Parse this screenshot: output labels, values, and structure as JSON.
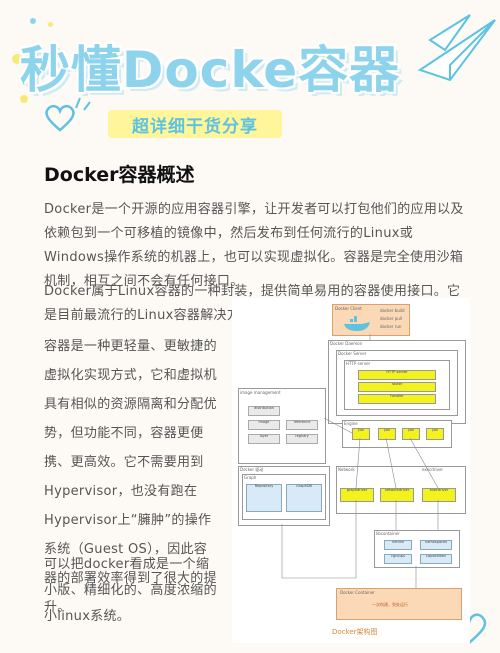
{
  "header": {
    "title": "秒懂Docke容器",
    "subtitle": "超详细干货分享"
  },
  "section": {
    "heading": "Docker容器概述"
  },
  "paragraphs": {
    "p1": "Docker是一个开源的应用容器引擎，让开发者可以打包他们的应用以及依赖包到一个可移植的镜像中，然后发布到任何流行的Linux或Windows操作系统的机器上，也可以实现虚拟化。容器是完全使用沙箱机制，相互之间不会有任何接口。",
    "p2": "Docker属于Linux容器的一种封装，提供简单易用的容器使用接口。它是目前最流行的Linux容器解决方案。",
    "p3": "容器是一种更轻量、更敏捷的虚拟化实现方式，它和虚拟机具有相似的资源隔离和分配优势，但功能不同，容器更便携、更高效。它不需要用到Hypervisor，也没有跑在Hypervisor上“臃肿”的操作系统（Guest OS），因此容器的部署效率得到了很大的提升。",
    "p4": "可以把docker看成是一个缩小版、精细化的、高度浓缩的小linux系统。"
  },
  "diagram": {
    "caption": "Docker架构图",
    "client_label": "Docker Client",
    "client_cmds": [
      "docker build",
      "docker pull",
      "docker run"
    ],
    "daemon_label": "Docker Daemon",
    "server_label": "Docker Server",
    "router_label": "HTTP server",
    "router_items": [
      "HTTP server",
      "router",
      "handler"
    ],
    "engine_label": "Engine",
    "jobs": [
      "Job",
      "Job",
      "Job",
      "Job"
    ],
    "image_mgmt_label": "image management",
    "image_items": [
      "distribution",
      "reference",
      "image",
      "layer",
      "registry"
    ],
    "driver_label": "Docker 驱动",
    "graph_label": "Graph",
    "graph_items": [
      "Repository",
      "GraphDB"
    ],
    "network_label": "Network",
    "exec_label": "execdriver",
    "drivers": [
      "graphdriver",
      "networkdriver",
      "execdriver"
    ],
    "libcontainer_label": "libcontainer",
    "lib_items": [
      "netlink",
      "namespaces",
      "cgroups",
      "capabilities"
    ],
    "container_label": "Docker Container",
    "container_note": "一次构建，到处运行"
  }
}
